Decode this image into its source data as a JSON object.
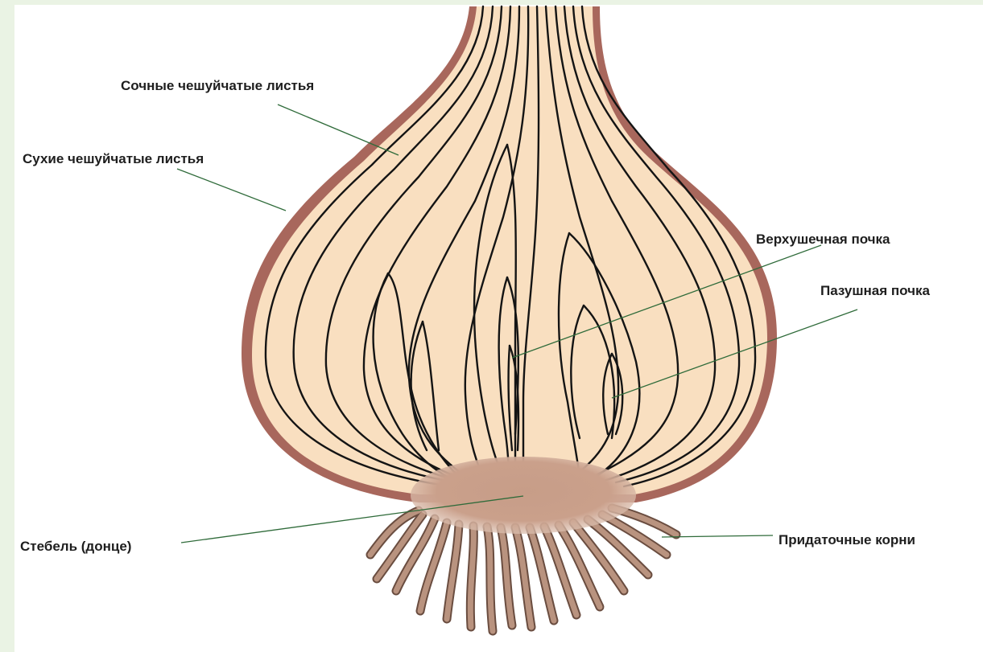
{
  "labels": {
    "succulent_scales": "Сочные чешуйчатые листья",
    "dry_scales": "Сухие чешуйчатые листья",
    "apical_bud": "Верхушечная почка",
    "axillary_bud": "Пазушная почка",
    "stem": "Стебель (донце)",
    "adventitious_roots": "Придаточные корни"
  },
  "colors": {
    "background": "#eaf3e4",
    "paper": "#ffffff",
    "bulb_flesh": "#f9dfc0",
    "dry_skin": "#a8675c",
    "vein_lines": "#141414",
    "basal_plate": "#caa08b",
    "roots": "#b9937f",
    "leader_lines": "#2f6b3a"
  }
}
